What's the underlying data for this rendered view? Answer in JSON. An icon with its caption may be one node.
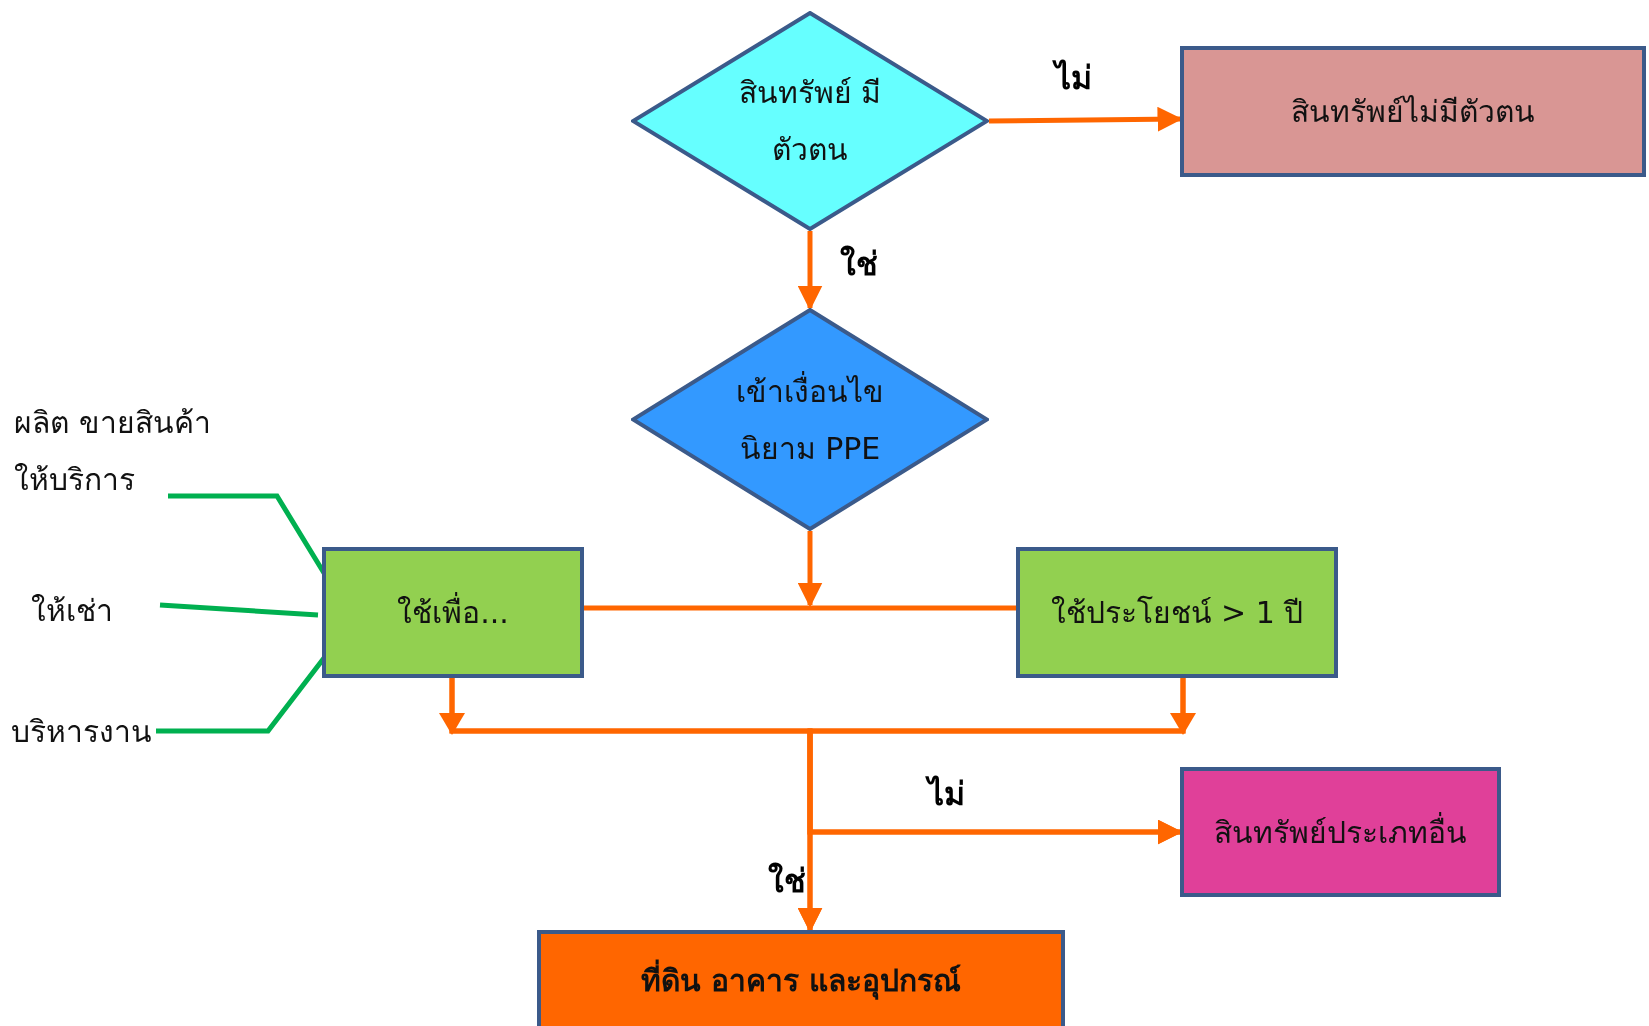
{
  "diagram": {
    "nodes": [
      {
        "text": [
          "สินทรัพย์ มีตัวตน"
        ]
      },
      {
        "text": [
          "สินทรัพย์ไม่มีตัวตน"
        ]
      },
      {
        "text": [
          "เข้าเงื่อนไข นิยาม PPE"
        ]
      },
      {
        "text": [
          "ใช้เพื่อ..."
        ]
      },
      {
        "text": [
          "ใช้ประโยชน์ > 1 ปี"
        ]
      },
      {
        "text": [
          "ผลิต ขายสินค้า ให้บริการ"
        ]
      },
      {
        "text": [
          "ให้เช่า"
        ]
      },
      {
        "text": [
          "บริหารงาน"
        ]
      },
      {
        "text": [
          "สินทรัพย์ประเภทอื่น"
        ]
      },
      {
        "text": [
          "ที่ดิน อาคาร และอุปกรณ์"
        ]
      }
    ],
    "edges": [
      {
        "from": 0,
        "to": 1,
        "arrow": "to",
        "label": "ไม่"
      },
      {
        "from": 0,
        "to": 2,
        "arrow": "to",
        "label": "ใช่"
      },
      {
        "from": 2,
        "to": null,
        "arrow": "to"
      },
      {
        "from": 3,
        "to": 4,
        "arrow": "none"
      },
      {
        "from": 3,
        "to": 9,
        "arrow": "to",
        "label": "ใช่"
      },
      {
        "from": 4,
        "to": 9,
        "arrow": "to"
      },
      {
        "from": 3,
        "to": 8,
        "arrow": "to",
        "label": "ไม่"
      },
      {
        "from": 4,
        "to": 8,
        "arrow": "to"
      },
      {
        "from": 5,
        "to": 3,
        "arrow": "none",
        "color": "#00b050"
      },
      {
        "from": 6,
        "to": 3,
        "arrow": "none",
        "color": "#00b050"
      },
      {
        "from": 7,
        "to": 3,
        "arrow": "none",
        "color": "#00b050"
      }
    ]
  }
}
